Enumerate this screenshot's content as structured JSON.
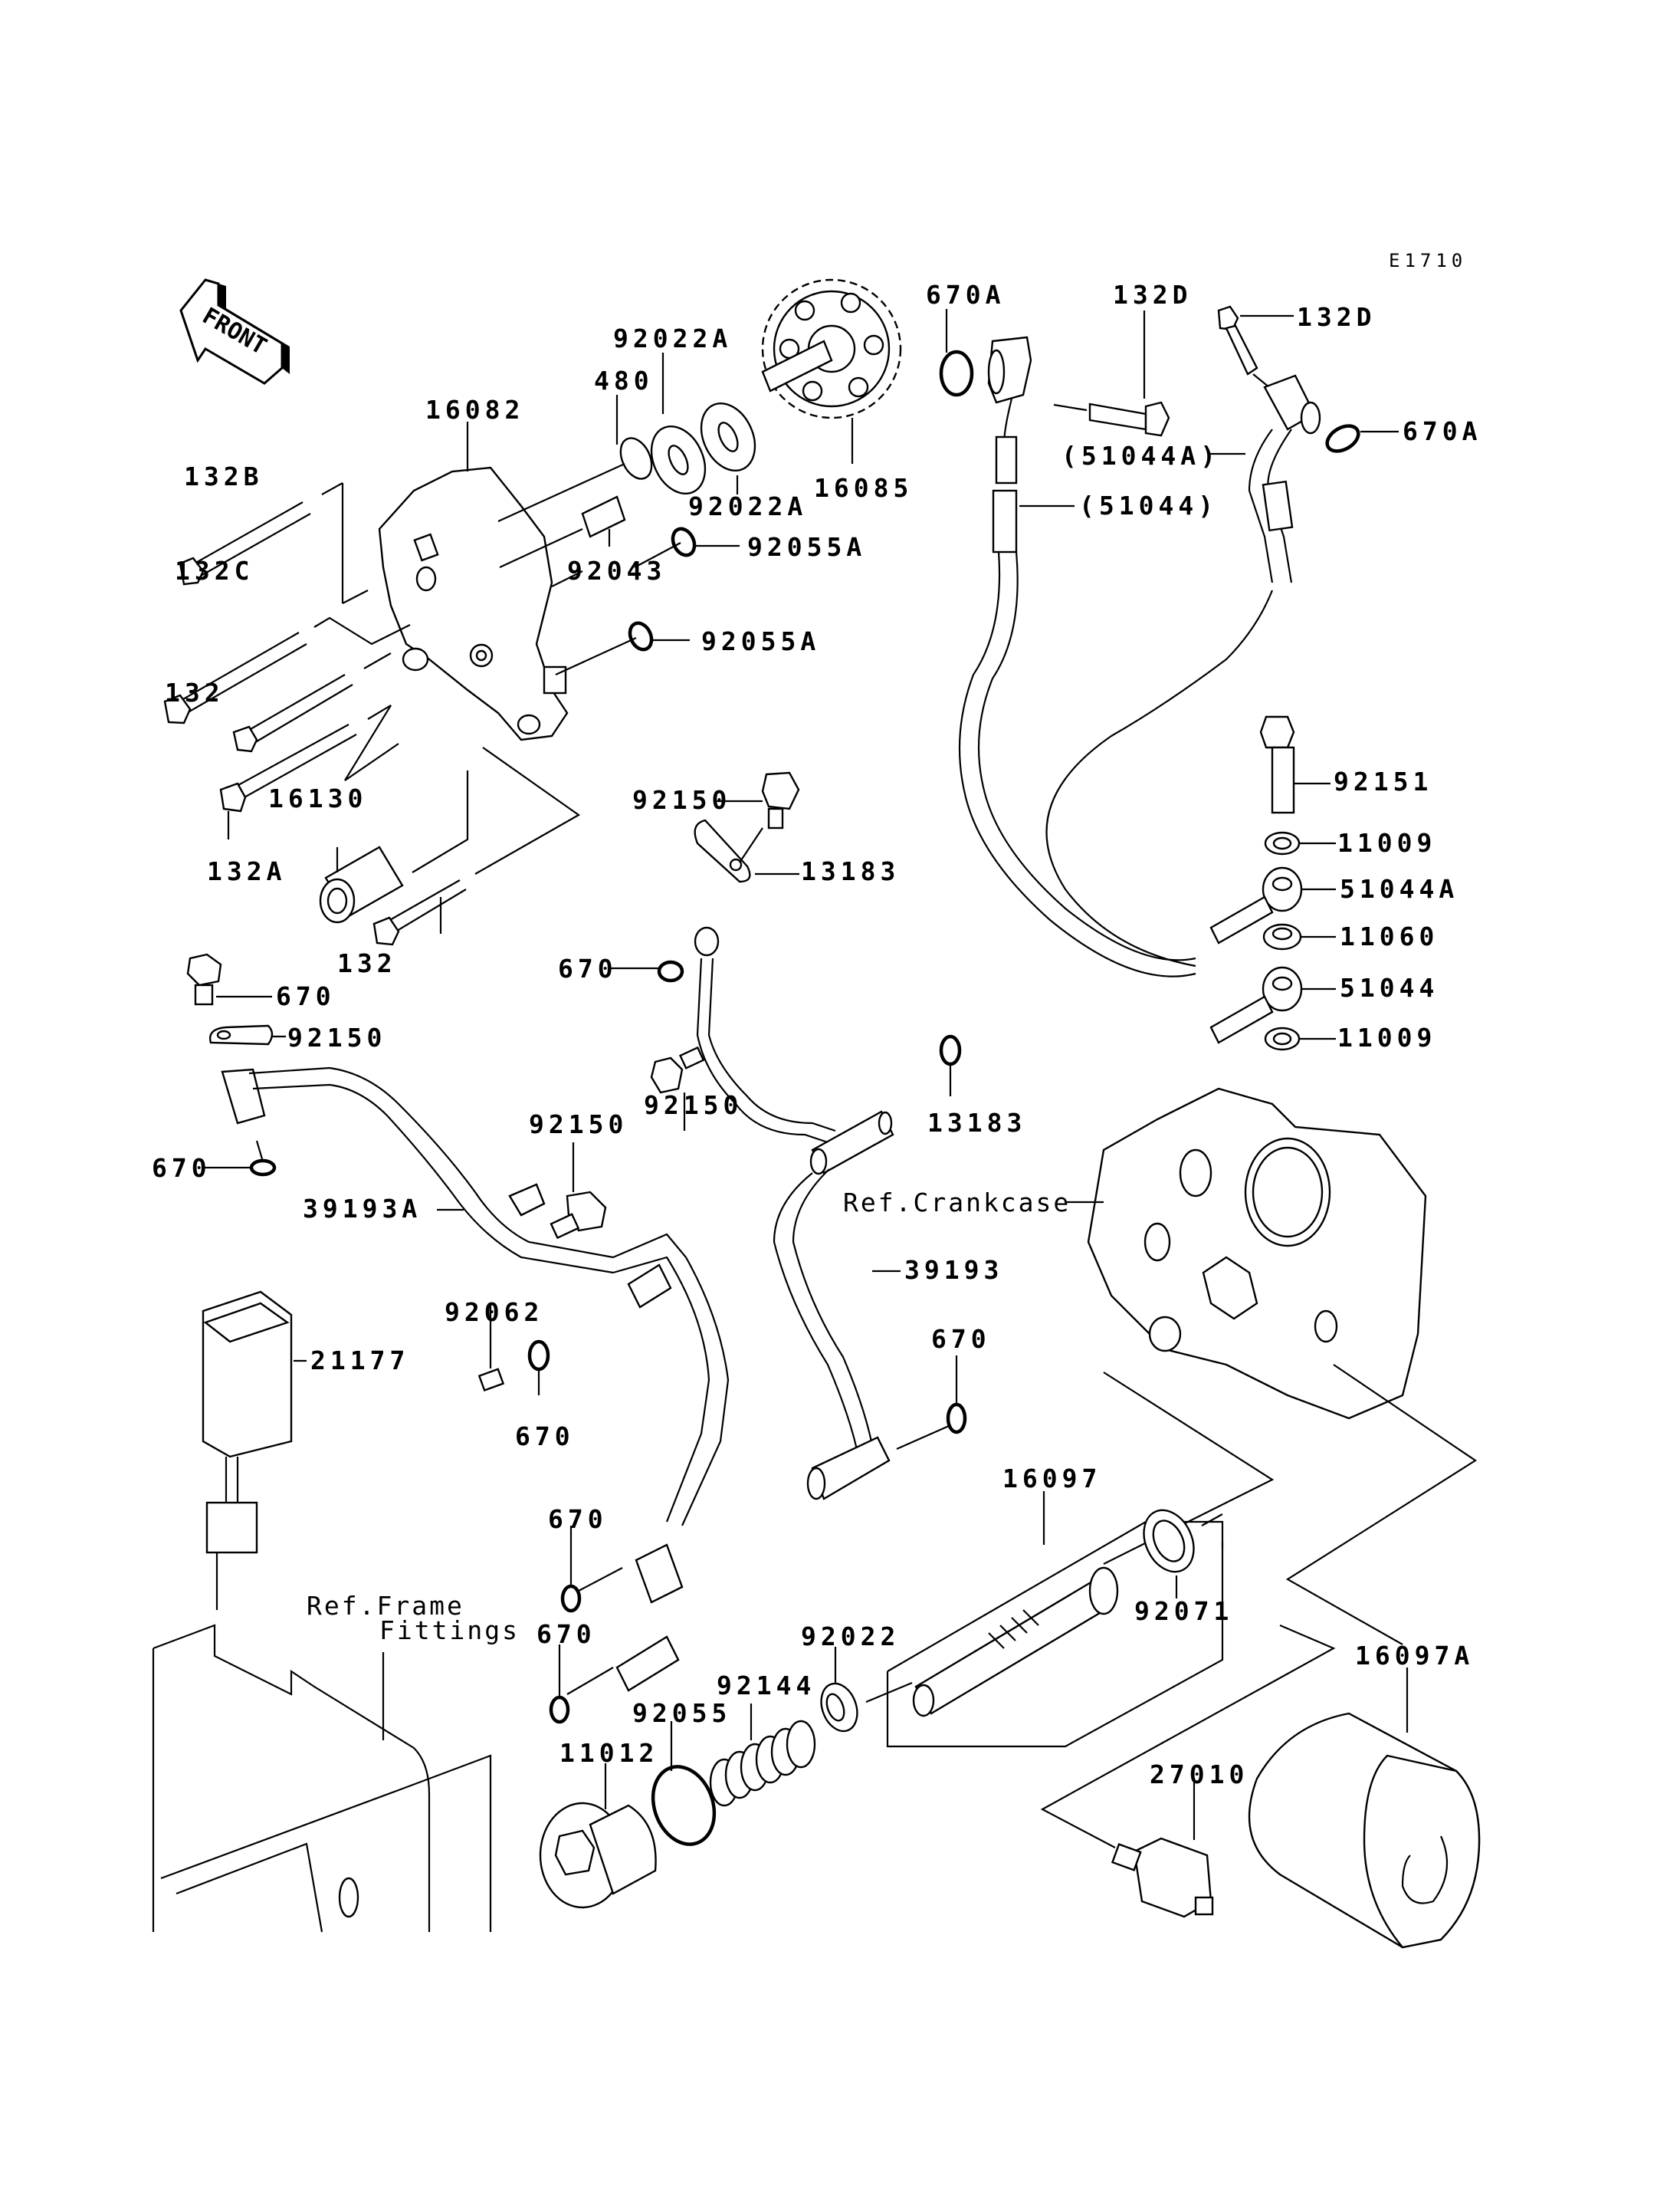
{
  "diagram": {
    "code": "E1710",
    "front_label": "FRONT",
    "labels": [
      {
        "id": "670A-top",
        "text": "670A"
      },
      {
        "id": "132D-top",
        "text": "132D"
      },
      {
        "id": "132D-right",
        "text": "132D"
      },
      {
        "id": "670A-right",
        "text": "670A"
      },
      {
        "id": "51044A-paren",
        "text": "(51044A)"
      },
      {
        "id": "51044-paren",
        "text": "(51044)"
      },
      {
        "id": "92022A-top",
        "text": "92022A"
      },
      {
        "id": "480",
        "text": "480"
      },
      {
        "id": "16082",
        "text": "16082"
      },
      {
        "id": "92022A-bottom",
        "text": "92022A"
      },
      {
        "id": "16085",
        "text": "16085"
      },
      {
        "id": "132B",
        "text": "132B"
      },
      {
        "id": "92055A-top",
        "text": "92055A"
      },
      {
        "id": "92043",
        "text": "92043"
      },
      {
        "id": "92055A-lower",
        "text": "92055A"
      },
      {
        "id": "132C",
        "text": "132C"
      },
      {
        "id": "132-upper",
        "text": "132"
      },
      {
        "id": "16130",
        "text": "16130"
      },
      {
        "id": "132A",
        "text": "132A"
      },
      {
        "id": "132-lower",
        "text": "132"
      },
      {
        "id": "92150-a",
        "text": "92150"
      },
      {
        "id": "13183-a",
        "text": "13183"
      },
      {
        "id": "92151",
        "text": "92151"
      },
      {
        "id": "11009-a",
        "text": "11009"
      },
      {
        "id": "51044A",
        "text": "51044A"
      },
      {
        "id": "11060",
        "text": "11060"
      },
      {
        "id": "51044",
        "text": "51044"
      },
      {
        "id": "11009-b",
        "text": "11009"
      },
      {
        "id": "670-a",
        "text": "670"
      },
      {
        "id": "92150-b",
        "text": "92150"
      },
      {
        "id": "13183-b",
        "text": "13183"
      },
      {
        "id": "670-b",
        "text": "670"
      },
      {
        "id": "92150-c",
        "text": "92150"
      },
      {
        "id": "670-c",
        "text": "670"
      },
      {
        "id": "92150-d",
        "text": "92150"
      },
      {
        "id": "39193A",
        "text": "39193A"
      },
      {
        "id": "ref-crankcase",
        "text": "Ref.Crankcase"
      },
      {
        "id": "39193",
        "text": "39193"
      },
      {
        "id": "92062",
        "text": "92062"
      },
      {
        "id": "670-d",
        "text": "670"
      },
      {
        "id": "21177",
        "text": "21177"
      },
      {
        "id": "670-e",
        "text": "670"
      },
      {
        "id": "16097",
        "text": "16097"
      },
      {
        "id": "670-f",
        "text": "670"
      },
      {
        "id": "ref-frame",
        "text": "Ref.Frame"
      },
      {
        "id": "fittings",
        "text": "Fittings"
      },
      {
        "id": "670-g",
        "text": "670"
      },
      {
        "id": "92022",
        "text": "92022"
      },
      {
        "id": "92071",
        "text": "92071"
      },
      {
        "id": "16097A",
        "text": "16097A"
      },
      {
        "id": "92144",
        "text": "92144"
      },
      {
        "id": "92055",
        "text": "92055"
      },
      {
        "id": "11012",
        "text": "11012"
      },
      {
        "id": "27010",
        "text": "27010"
      }
    ]
  }
}
